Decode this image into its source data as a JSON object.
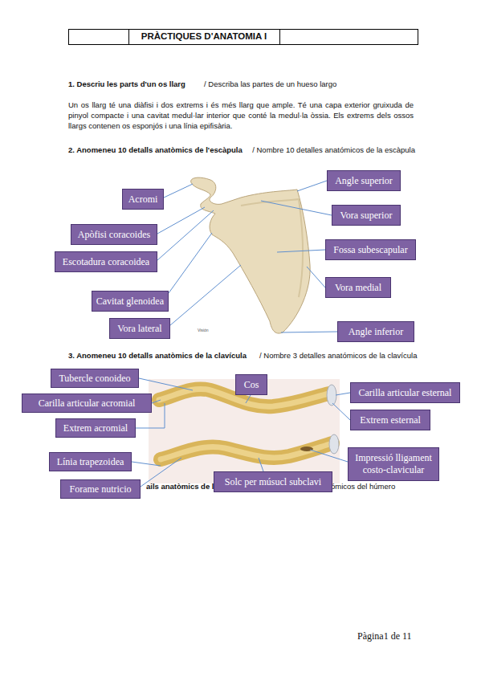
{
  "diagram": {
    "title": "PRÀCTIQUES D'ANATOMIA I",
    "nodes": [
      {
        "text": [
          "Angle superior"
        ]
      },
      {
        "text": [
          "Acromi"
        ]
      },
      {
        "text": [
          "Vora superior"
        ]
      },
      {
        "text": [
          "Apòfisi coracoides"
        ]
      },
      {
        "text": [
          "Fossa subescapular"
        ]
      },
      {
        "text": [
          "Escotadura coracoidea"
        ]
      },
      {
        "text": [
          "Vora medial"
        ]
      },
      {
        "text": [
          "Cavitat glenoidea"
        ]
      },
      {
        "text": [
          "Vora lateral"
        ]
      },
      {
        "text": [
          "Angle inferior"
        ]
      },
      {
        "text": [
          "Tubercle conoideo"
        ]
      },
      {
        "text": [
          "Cos"
        ]
      },
      {
        "text": [
          "Carilla articular acromial"
        ]
      },
      {
        "text": [
          "Carilla articular esternal"
        ]
      },
      {
        "text": [
          "Extrem acromial"
        ]
      },
      {
        "text": [
          "Extrem esternal"
        ]
      },
      {
        "text": [
          "Línia trapezoidea"
        ]
      },
      {
        "text": [
          "Impressió lligament costo-clavicular"
        ]
      },
      {
        "text": [
          "Forame nutricio"
        ]
      },
      {
        "text": [
          "Solc per músucl subclavi"
        ]
      }
    ],
    "labels": [
      "1. Descriu les parts d'un os llarg",
      "/ Describa las partes de un hueso largo",
      "Un os llarg té una diàfisi i dos extrems i és més llarg que ample. Té una capa exterior gruixuda de pinyol compacte i una cavitat medul·lar interior que conté la medul·la òssia. Els extrems dels ossos llargs contenen os esponjós i una línia epifisària.",
      "2. Anomeneu 10 detalls anatòmics de l'escàpula",
      "/ Nombre 10 detalles anatómicos de la escàpula",
      "Visión",
      "3. Anomeneu 10 detalls anatòmics de la clavícula",
      "/ Nombre 3 detalles anatómicos de la clavícula",
      "ails anatòmics de l'hu",
      "ómicos del húmero",
      "Pàgina1 de 11"
    ]
  }
}
